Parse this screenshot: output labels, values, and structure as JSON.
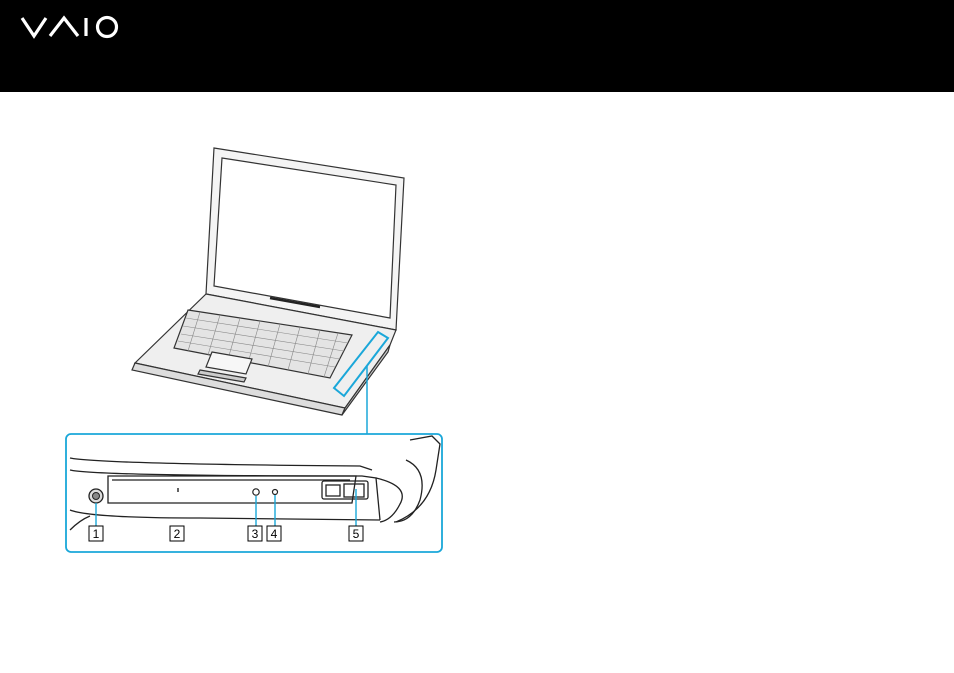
{
  "brand": {
    "logo_text": "VAIO",
    "background": "#000000",
    "logo_color": "#ffffff"
  },
  "figure": {
    "accent_color": "#1aa7d9",
    "callouts": [
      {
        "number": "1"
      },
      {
        "number": "2"
      },
      {
        "number": "3"
      },
      {
        "number": "4"
      },
      {
        "number": "5"
      }
    ]
  }
}
